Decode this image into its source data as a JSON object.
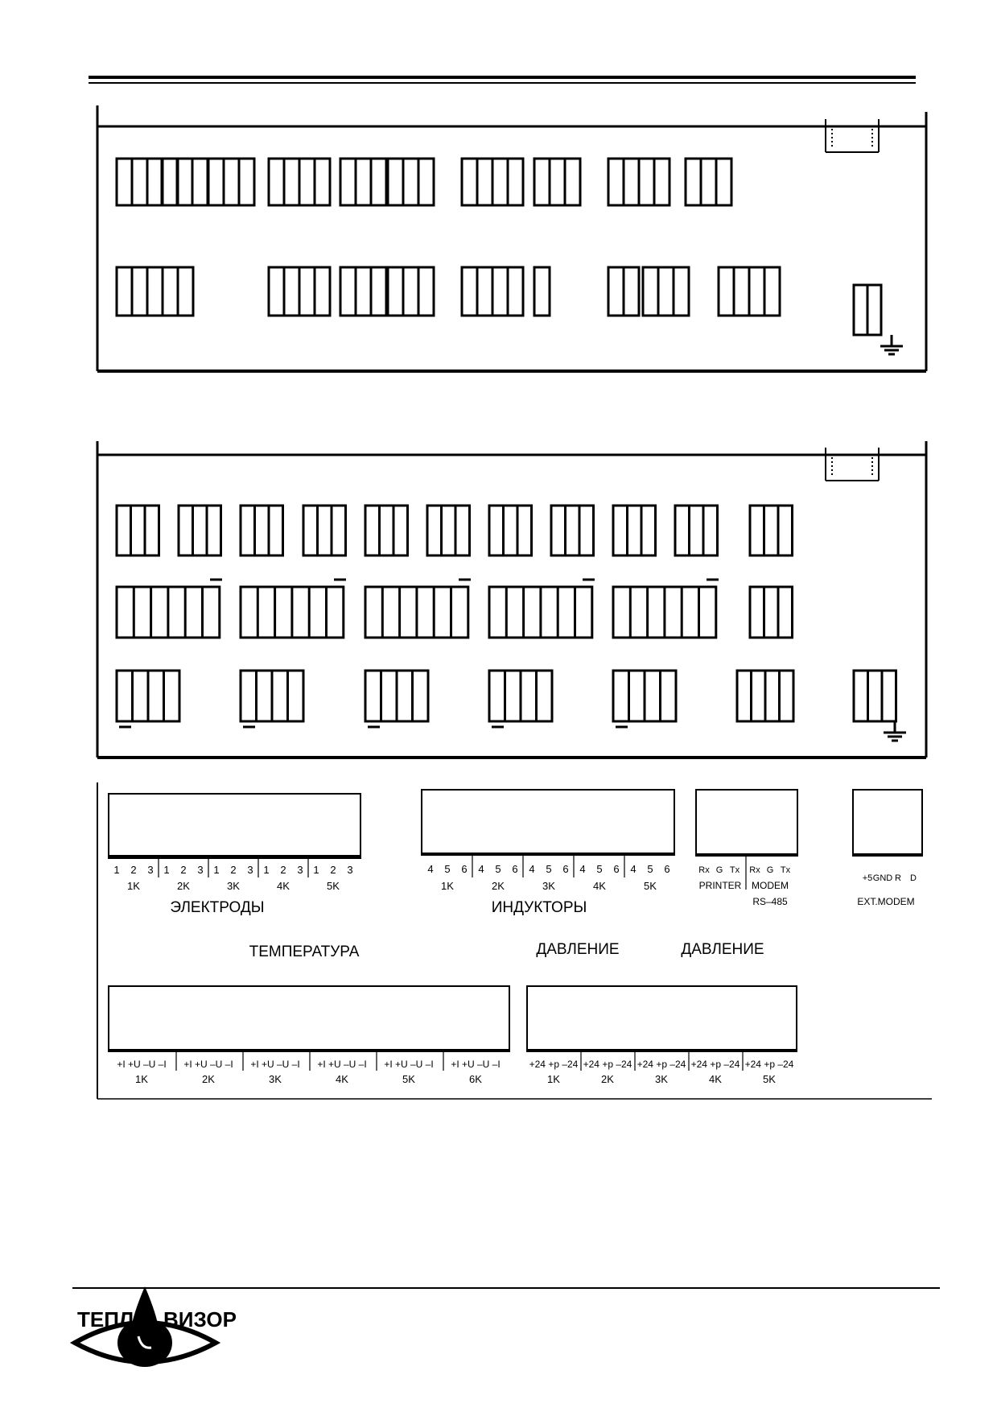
{
  "groups": {
    "electrodes": {
      "title": "ЭЛЕКТРОДЫ",
      "channels": [
        {
          "pins": [
            "1",
            "2",
            "3"
          ],
          "name": "1K"
        },
        {
          "pins": [
            "1",
            "2",
            "3"
          ],
          "name": "2K"
        },
        {
          "pins": [
            "1",
            "2",
            "3"
          ],
          "name": "3K"
        },
        {
          "pins": [
            "1",
            "2",
            "3"
          ],
          "name": "4K"
        },
        {
          "pins": [
            "1",
            "2",
            "3"
          ],
          "name": "5K"
        }
      ]
    },
    "inductors": {
      "title": "ИНДУКТОРЫ",
      "channels": [
        {
          "pins": [
            "4",
            "5",
            "6"
          ],
          "name": "1K"
        },
        {
          "pins": [
            "4",
            "5",
            "6"
          ],
          "name": "2K"
        },
        {
          "pins": [
            "4",
            "5",
            "6"
          ],
          "name": "3K"
        },
        {
          "pins": [
            "4",
            "5",
            "6"
          ],
          "name": "4K"
        },
        {
          "pins": [
            "4",
            "5",
            "6"
          ],
          "name": "5K"
        }
      ]
    },
    "comms": {
      "printer": {
        "pins": [
          "Rx",
          "G",
          "Tx"
        ],
        "name": "PRINTER"
      },
      "modem": {
        "pins": [
          "Rx",
          "G",
          "Tx"
        ],
        "name": "MODEM"
      },
      "bus_label": "RS–485"
    },
    "ext_modem": {
      "pins": [
        "+5",
        "GND",
        "R",
        "D"
      ],
      "name": "EXT.MODEM"
    },
    "temperature": {
      "title": "ТЕМПЕРАТУРА",
      "channels": [
        {
          "pins": "+I +U –U –I",
          "name": "1K"
        },
        {
          "pins": "+I +U –U –I",
          "name": "2K"
        },
        {
          "pins": "+I +U –U –I",
          "name": "3K"
        },
        {
          "pins": "+I +U –U –I",
          "name": "4K"
        },
        {
          "pins": "+I +U –U –I",
          "name": "5K"
        },
        {
          "pins": "+I +U –U –I",
          "name": "6K"
        }
      ]
    },
    "pressure": {
      "titles": [
        "ДАВЛЕНИЕ",
        "ДАВЛЕНИЕ"
      ],
      "channels": [
        {
          "pins": "+24 +p –24",
          "name": "1K"
        },
        {
          "pins": "+24 +p –24",
          "name": "2K"
        },
        {
          "pins": "+24 +p –24",
          "name": "3K"
        },
        {
          "pins": "+24 +p –24",
          "name": "4K"
        },
        {
          "pins": "+24 +p –24",
          "name": "5K"
        }
      ]
    }
  },
  "logo": {
    "left": "ТЕПЛО",
    "right": "ВИЗОР"
  }
}
